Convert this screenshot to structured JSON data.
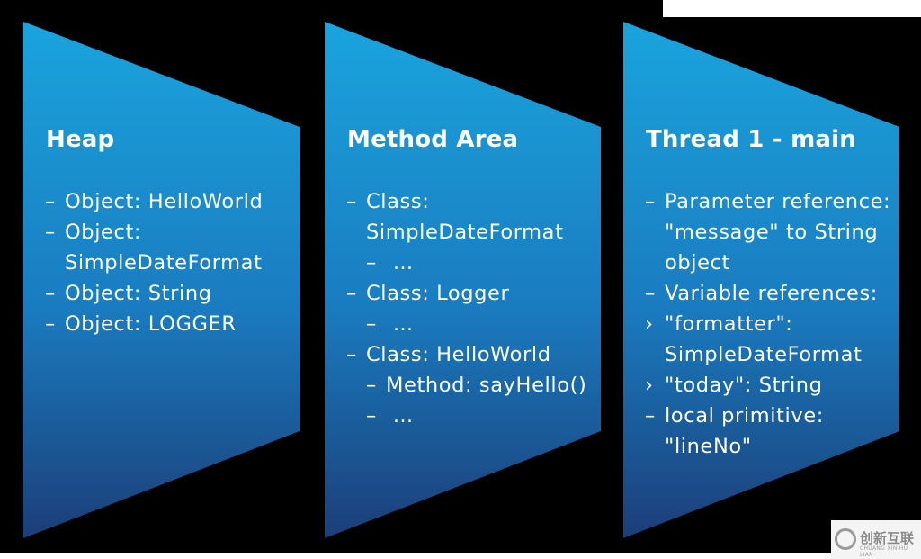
{
  "panels": [
    {
      "title": "Heap",
      "lines": [
        {
          "marker": "–",
          "text": "Object: HelloWorld",
          "indent": 0
        },
        {
          "marker": "–",
          "text": "Object:",
          "indent": 0
        },
        {
          "marker": "",
          "text": "SimpleDateFormat",
          "indent": 0
        },
        {
          "marker": "–",
          "text": "Object: String",
          "indent": 0
        },
        {
          "marker": "–",
          "text": "Object: LOGGER",
          "indent": 0
        }
      ]
    },
    {
      "title": "Method Area",
      "lines": [
        {
          "marker": "–",
          "text": "Class:",
          "indent": 0
        },
        {
          "marker": "",
          "text": "SimpleDateFormat",
          "indent": 0
        },
        {
          "marker": "–",
          "text": " …",
          "indent": 1
        },
        {
          "marker": "–",
          "text": "Class: Logger",
          "indent": 0
        },
        {
          "marker": "–",
          "text": " …",
          "indent": 1
        },
        {
          "marker": "–",
          "text": "Class: HelloWorld",
          "indent": 0
        },
        {
          "marker": "–",
          "text": "Method: sayHello()",
          "indent": 1
        },
        {
          "marker": "–",
          "text": " …",
          "indent": 1
        }
      ]
    },
    {
      "title": "Thread 1 - main",
      "lines": [
        {
          "marker": "–",
          "text": "Parameter reference:",
          "indent": 0
        },
        {
          "marker": "",
          "text": "\"message\" to String",
          "indent": 0
        },
        {
          "marker": "",
          "text": "object",
          "indent": 0
        },
        {
          "marker": "–",
          "text": "Variable references:",
          "indent": 0
        },
        {
          "marker": "›",
          "text": "\"formatter\":",
          "indent": 0
        },
        {
          "marker": "",
          "text": "SimpleDateFormat",
          "indent": 0
        },
        {
          "marker": "›",
          "text": "\"today\": String",
          "indent": 0
        },
        {
          "marker": "–",
          "text": "local primitive:",
          "indent": 0
        },
        {
          "marker": "",
          "text": "\"lineNo\"",
          "indent": 0
        }
      ]
    }
  ],
  "watermark": {
    "text": "创新互联",
    "sub": "CHUANG XIN HU LIAN"
  },
  "colors": {
    "top": "#1a9fd8",
    "bottom": "#1b3e78",
    "background": "#000000"
  }
}
